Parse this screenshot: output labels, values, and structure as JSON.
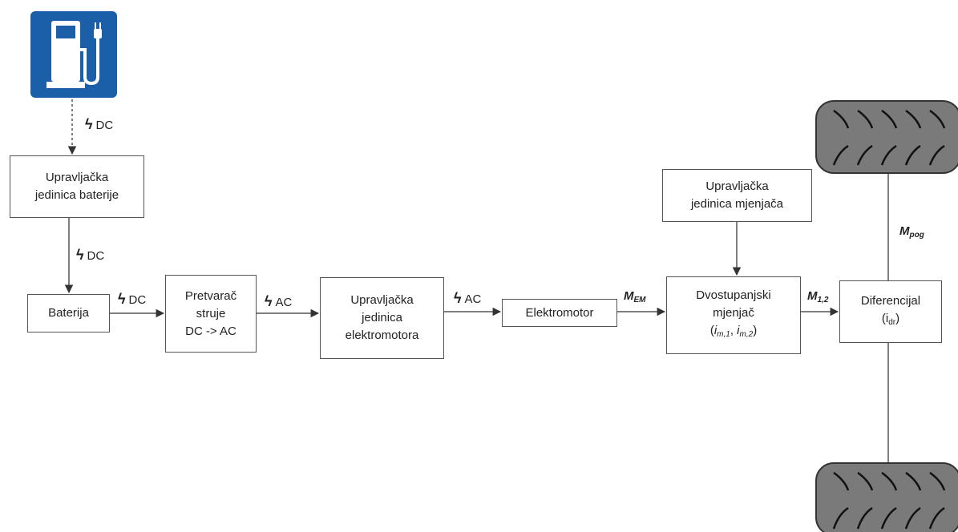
{
  "boxes": {
    "bms": [
      "Upravljačka",
      "jedinica baterije"
    ],
    "battery": [
      "Baterija"
    ],
    "inverter": [
      "Pretvarač",
      "struje",
      "DC -> AC"
    ],
    "motor_ctrl": [
      "Upravljačka",
      "jedinica",
      "elektromotora"
    ],
    "motor": [
      "Elektromotor"
    ],
    "gear_ctrl": [
      "Upravljačka",
      "jedinica mjenjača"
    ],
    "gearbox": {
      "line1": "Dvostupanjski",
      "line2": "mjenjač",
      "ratio1": "i",
      "ratio1_sub": "m,1",
      "sep": ",",
      "ratio2": "i",
      "ratio2_sub": "m,2"
    },
    "differential": {
      "line1": "Diferencijal",
      "ratio": "i",
      "ratio_sub": "dr"
    }
  },
  "signals": {
    "dc": "DC",
    "ac": "AC",
    "bolt": "ϟ",
    "m_em": {
      "base": "M",
      "sub": "EM"
    },
    "m_12": {
      "base": "M",
      "sub": "1,2"
    },
    "m_pog": {
      "base": "M",
      "sub": "pog"
    }
  },
  "icons": {
    "charger": "ev-charging-station-icon",
    "wheel": "tire-icon"
  },
  "colors": {
    "charger_bg": "#1a5fa8",
    "line": "#555555",
    "tire": "#7a7a7a"
  }
}
